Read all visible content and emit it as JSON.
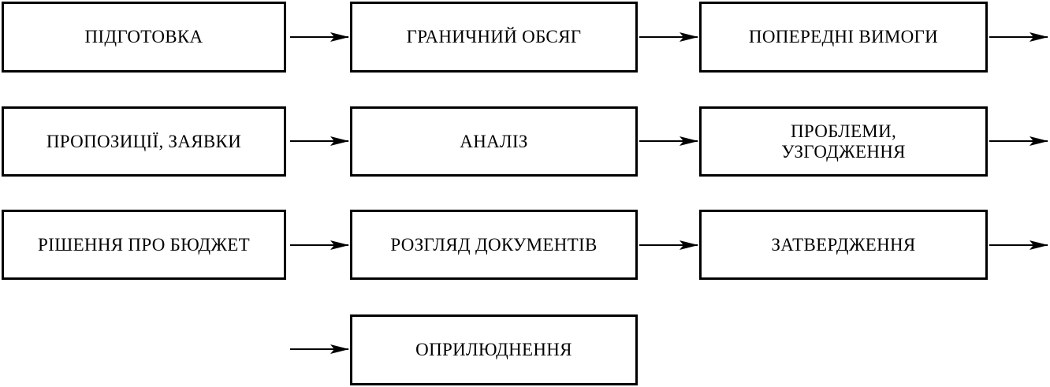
{
  "boxes": [
    {
      "id": "preparation",
      "label": "ПІДГОТОВКА"
    },
    {
      "id": "limit-volume",
      "label": "ГРАНИЧНИЙ ОБСЯГ"
    },
    {
      "id": "preliminary-req",
      "label": "ПОПЕРЕДНІ ВИМОГИ"
    },
    {
      "id": "proposals",
      "label": "ПРОПОЗИЦІЇ, ЗАЯВКИ"
    },
    {
      "id": "analysis",
      "label": "АНАЛІЗ"
    },
    {
      "id": "problems",
      "label": "ПРОБЛЕМИ,\nУЗГОДЖЕННЯ"
    },
    {
      "id": "budget-decision",
      "label": "РІШЕННЯ ПРО БЮДЖЕТ"
    },
    {
      "id": "doc-review",
      "label": "РОЗГЛЯД ДОКУМЕНТІВ"
    },
    {
      "id": "approval",
      "label": "ЗАТВЕРДЖЕННЯ"
    },
    {
      "id": "publication",
      "label": "ОПРИЛЮДНЕННЯ"
    }
  ],
  "colors": {
    "stroke": "#000000",
    "background": "#ffffff"
  }
}
